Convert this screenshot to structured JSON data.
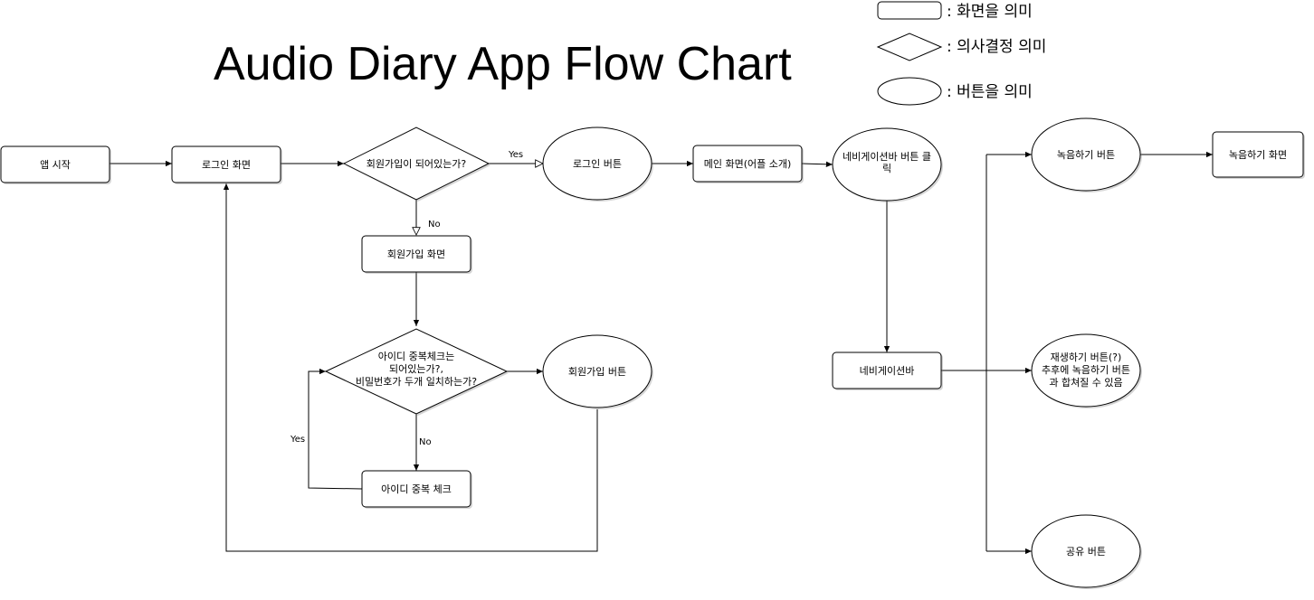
{
  "title": "Audio Diary App Flow Chart",
  "legend": {
    "screen": ": 화면을 의미",
    "decision": ": 의사결정 의미",
    "button": ": 버튼을 의미"
  },
  "nodes": {
    "app_start": "앱 시작",
    "login_screen": "로그인 화면",
    "signup_check": "회원가입이 되어있는가?",
    "login_button": "로그인 버튼",
    "main_screen": "메인 화면(어플 소개)",
    "nav_click": [
      "네비게이션바 버튼 클",
      "릭"
    ],
    "signup_screen": "회원가입 화면",
    "id_check_decision": [
      "아이디 중복체크는",
      "되어있는가?,",
      "비밀번호가 두개 일치하는가?"
    ],
    "signup_button": "회원가입 버튼",
    "id_check": "아이디 중복 체크",
    "navbar": "네비게이션바",
    "record_button": "녹음하기 버튼",
    "record_screen": "녹음하기 화면",
    "play_button": [
      "재생하기 버튼(?)",
      "추후에 녹음하기 버튼",
      "과 합쳐질 수 있음"
    ],
    "share_button": "공유 버튼"
  },
  "edge_labels": {
    "yes_login": "Yes",
    "no_signup": "No",
    "yes_idcheck": "Yes",
    "no_idcheck": "No"
  }
}
